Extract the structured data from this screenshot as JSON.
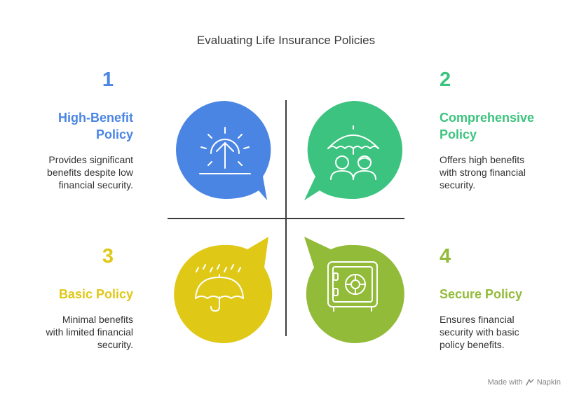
{
  "title": "Evaluating Life Insurance Policies",
  "colors": {
    "blue": "#4a85e4",
    "green": "#3cc37f",
    "yellow": "#e0c817",
    "olive": "#93bb3a"
  },
  "quadrants": [
    {
      "number": "1",
      "heading_line1": "High-Benefit",
      "heading_line2": "Policy",
      "desc_line1": "Provides significant",
      "desc_line2": "benefits despite low",
      "desc_line3": "financial security.",
      "icon": "sunrise-arrow-icon"
    },
    {
      "number": "2",
      "heading_line1": "Comprehensive",
      "heading_line2": "Policy",
      "desc_line1": "Offers high benefits",
      "desc_line2": "with strong financial",
      "desc_line3": "security.",
      "icon": "family-umbrella-icon"
    },
    {
      "number": "3",
      "heading_line1": "Basic Policy",
      "desc_line1": "Minimal benefits",
      "desc_line2": "with limited financial",
      "desc_line3": "security.",
      "icon": "umbrella-rain-icon"
    },
    {
      "number": "4",
      "heading_line1": "Secure Policy",
      "desc_line1": "Ensures financial",
      "desc_line2": "security with basic",
      "desc_line3": "policy benefits.",
      "icon": "safe-icon"
    }
  ],
  "watermark": {
    "made_with": "Made with",
    "brand": "Napkin"
  }
}
